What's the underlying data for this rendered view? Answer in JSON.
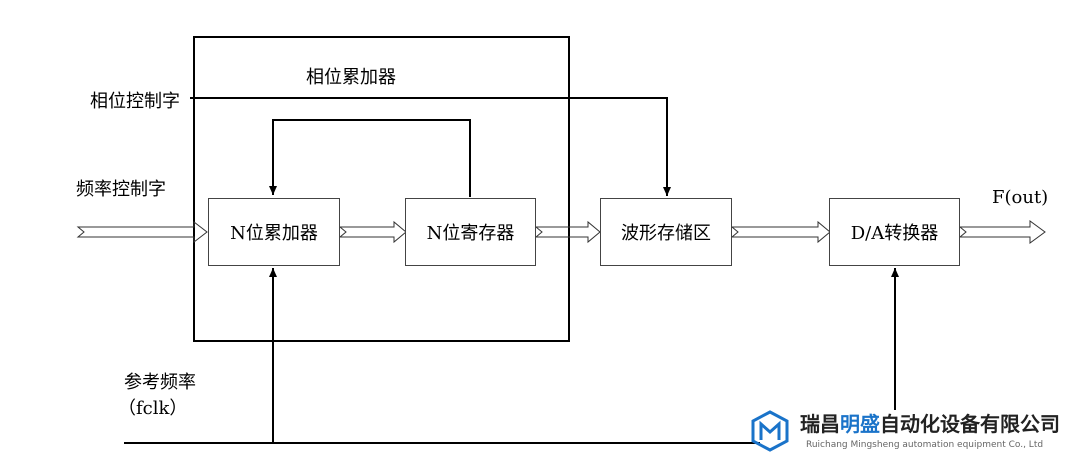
{
  "labels": {
    "phase_accumulator_title": "相位累加器",
    "phase_control_word": "相位控制字",
    "freq_control_word": "频率控制字",
    "ref_freq": "参考频率",
    "fclk": "（fclk）",
    "output": "F(out)"
  },
  "blocks": {
    "n_accumulator": "N位累加器",
    "n_register": "N位寄存器",
    "waveform_storage": "波形存储区",
    "da_converter": "D/A转换器"
  },
  "logo": {
    "company_part1": "瑞昌",
    "company_highlight": "明盛",
    "company_part2": "自动化设备有限公司",
    "company_en": "Ruichang Mingsheng automation equipment Co., Ltd",
    "brand_color": "#1a73c9"
  }
}
